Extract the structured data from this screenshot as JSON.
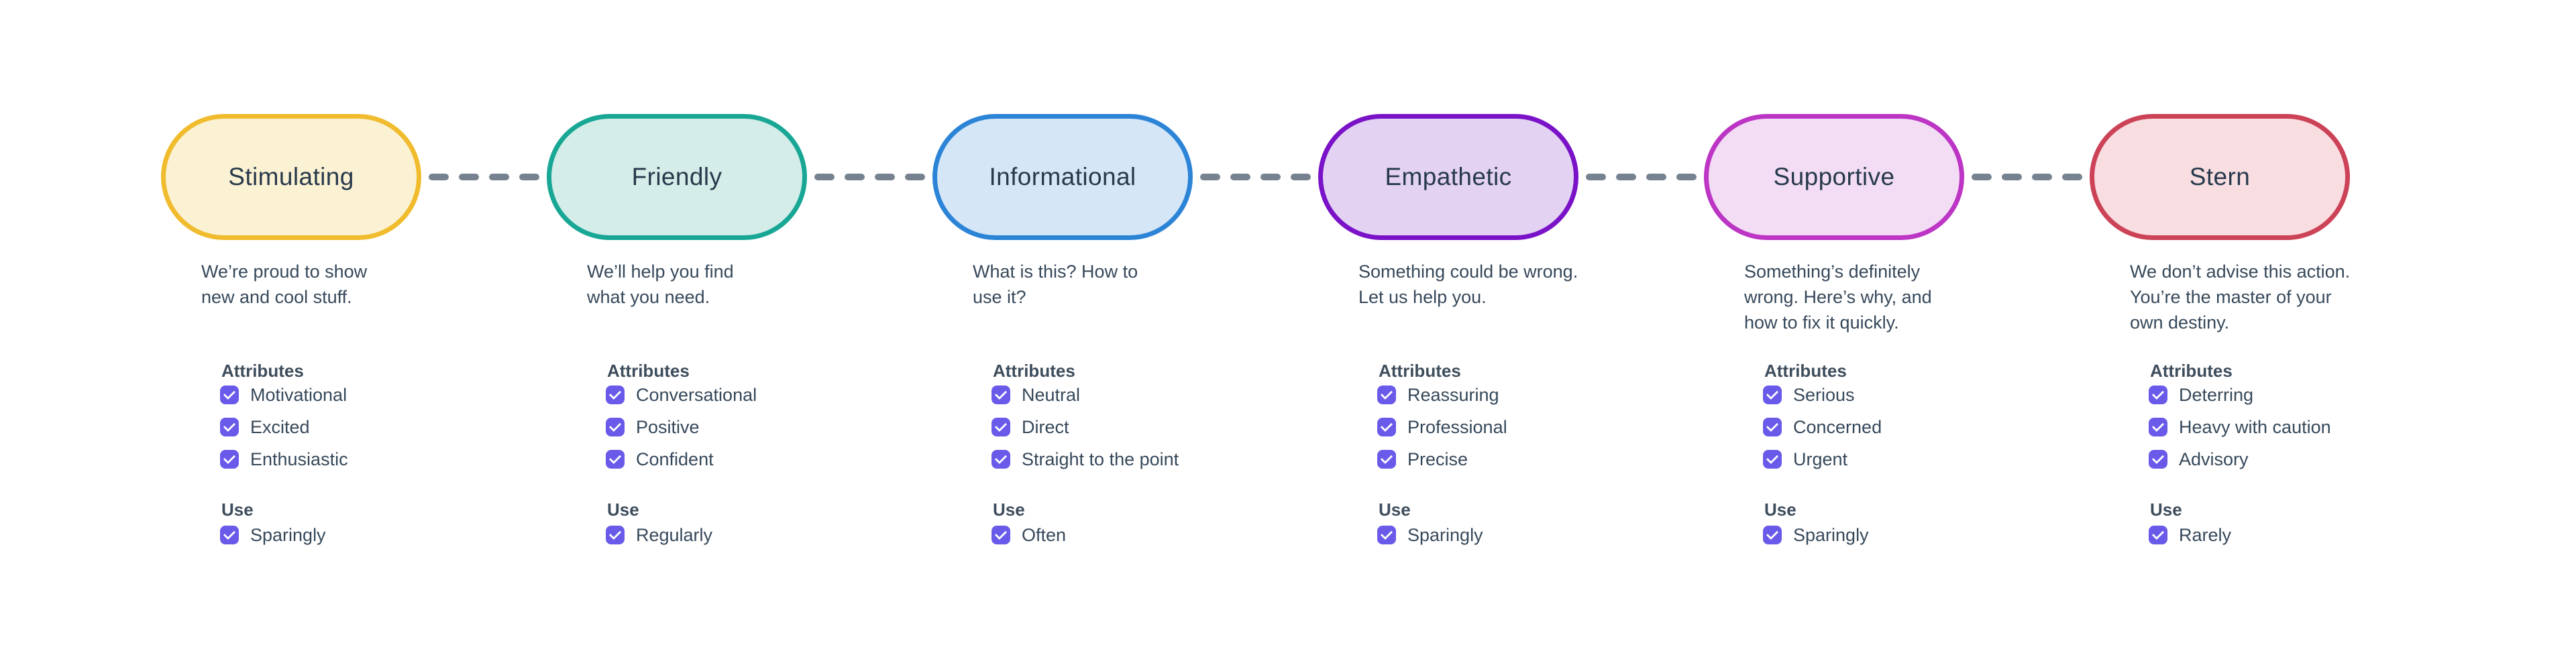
{
  "diagram": {
    "attributes_heading": "Attributes",
    "use_heading": "Use",
    "checkbox_color": "#6A5AE9",
    "connector_color": "#76828F",
    "tones": [
      {
        "label": "Stimulating",
        "border_color": "#F0BC2E",
        "fill_color": "#FBF1D3",
        "description": "We’re proud to show\nnew and cool stuff.",
        "attributes": [
          "Motivational",
          "Excited",
          "Enthusiastic"
        ],
        "use": "Sparingly"
      },
      {
        "label": "Friendly",
        "border_color": "#19A795",
        "fill_color": "#D4EDE9",
        "description": "We’ll help you find\nwhat you need.",
        "attributes": [
          "Conversational",
          "Positive",
          "Confident"
        ],
        "use": "Regularly"
      },
      {
        "label": "Informational",
        "border_color": "#2C84D7",
        "fill_color": "#D5E6F6",
        "description": "What is this? How to\nuse it?",
        "attributes": [
          "Neutral",
          "Direct",
          "Straight to the point"
        ],
        "use": "Often"
      },
      {
        "label": "Empathetic",
        "border_color": "#7A12C8",
        "fill_color": "#E3D2F2",
        "description": "Something could be wrong.\nLet us help you.",
        "attributes": [
          "Reassuring",
          "Professional",
          "Precise"
        ],
        "use": "Sparingly"
      },
      {
        "label": "Supportive",
        "border_color": "#BC35C5",
        "fill_color": "#F3DDF5",
        "description": "Something’s definitely\nwrong. Here’s why, and\nhow to fix it quickly.",
        "attributes": [
          "Serious",
          "Concerned",
          "Urgent"
        ],
        "use": "Sparingly"
      },
      {
        "label": "Stern",
        "border_color": "#CC4257",
        "fill_color": "#F8DDE1",
        "description": "We don’t advise this action.\nYou’re the master of your\nown destiny.",
        "attributes": [
          "Deterring",
          "Heavy with caution",
          "Advisory"
        ],
        "use": "Rarely"
      }
    ]
  }
}
